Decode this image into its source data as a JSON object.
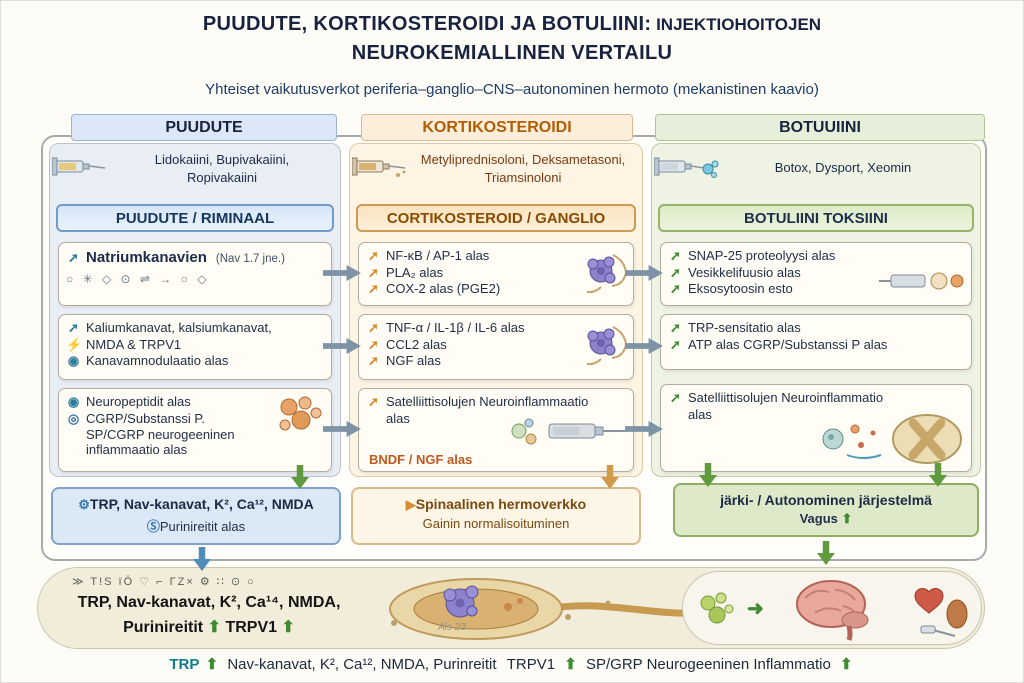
{
  "title": {
    "line1a": "PUUDUTE, KORTIKOSTEROIDI JA BOTULIINI:",
    "line1b": " INJEKTIOHOITOJEN",
    "line2": "NEUROKEMIALLINEN VERTAILU",
    "subtitle": "Yhteiset vaikutusverkot periferia–ganglio–CNS–autonominen hermoto (mekanistinen kaavio)"
  },
  "icons": {
    "trend_up": "➚",
    "bolt": "⚡",
    "dot": "◉",
    "ring": "◎",
    "gear": "⚙",
    "badge_s": "Ⓢ",
    "play": "▶",
    "up_arrow": "⬆",
    "right_arrow": "➜"
  },
  "puudute": {
    "header": "PUUDUTE",
    "drugs": "Lidokaiini, Bupivakaiini,\nRopivakaiini",
    "section": "PUUDUTE / RIMINAAL",
    "box1": {
      "title": "Natriumkanavien",
      "note": "(Nav 1.7 jne.)",
      "glyphs": "○ ✳ ◇ ⊙ ⇌ → ○ ◇"
    },
    "box2": {
      "lines": [
        "Kaliumkanavat, kalsiumkanavat,",
        "NMDA & TRPV1",
        "Kanavamnodulaatio alas"
      ]
    },
    "box3": {
      "lines": [
        "Neuropeptidit alas",
        "CGRP/Substanssi P.",
        "SP/CGRP neurogeeninen",
        "inflammaatio alas"
      ]
    },
    "summary": {
      "line1": "TRP, Nav-kanavat, K², Ca¹², NMDA",
      "line2": "Purinireitit alas"
    }
  },
  "kortikosteroidi": {
    "header": "KORTIKOSTEROIDI",
    "drugs": "Metyliprednisoloni, Deksametasoni,\nTriamsinoloni",
    "section": "CORTIKOSTEROID / GANGLIO",
    "box1": {
      "lines": [
        "NF-κB / AP-1 alas",
        "PLA₂ alas",
        "COX-2 alas (PGE2)"
      ]
    },
    "box2": {
      "lines": [
        "TNF-α / IL-1β / IL-6 alas",
        "CCL2 alas",
        "NGF alas"
      ]
    },
    "box3": {
      "lines": [
        "Satelliittisolujen Neuroinflammaatio",
        "alas"
      ],
      "footer": "BNDF / NGF alas"
    },
    "summary": {
      "line1": "Spinaalinen hermoverkko",
      "line2": "Gainin normalisoituminen"
    }
  },
  "botuliini": {
    "header": "BOTUUIINI",
    "drugs": "Botox, Dysport, Xeomin",
    "section": "BOTULIINI TOKSIINI",
    "box1": {
      "lines": [
        "SNAP-25 proteolyysi alas",
        "Vesikkelifuusio alas",
        "Eksosytoosin esto"
      ]
    },
    "box2": {
      "lines": [
        "TRP-sensitatio alas",
        "ATP alas  CGRP/Substanssi P alas"
      ]
    },
    "box3": {
      "lines": [
        "Satelliittisolujen Neuroinflammatio",
        "alas"
      ]
    },
    "summary": {
      "line1": "järki- / Autonominen järjestelmä",
      "line2": "Vagus"
    }
  },
  "bottom_band": {
    "glyph_row": "≫ T!S ïÖ ♡ ⌐ ΓZ× ⚙ ∷ ⊙ ○",
    "line1": "TRP, Nav-kanavat, K², Ca¹⁴, NMDA,",
    "line2_parts": [
      "Purinireitit",
      "⬆",
      "TRPV1",
      "⬆"
    ],
    "watermark": "Als 23"
  },
  "footer": {
    "trp": "TRP",
    "seg1": "Nav-kanavat, K², Ca¹², NMDA, Purinreitit",
    "seg2": "TRPV1",
    "seg3": "SP/GRP Neurogeeninen Inflammatio"
  }
}
